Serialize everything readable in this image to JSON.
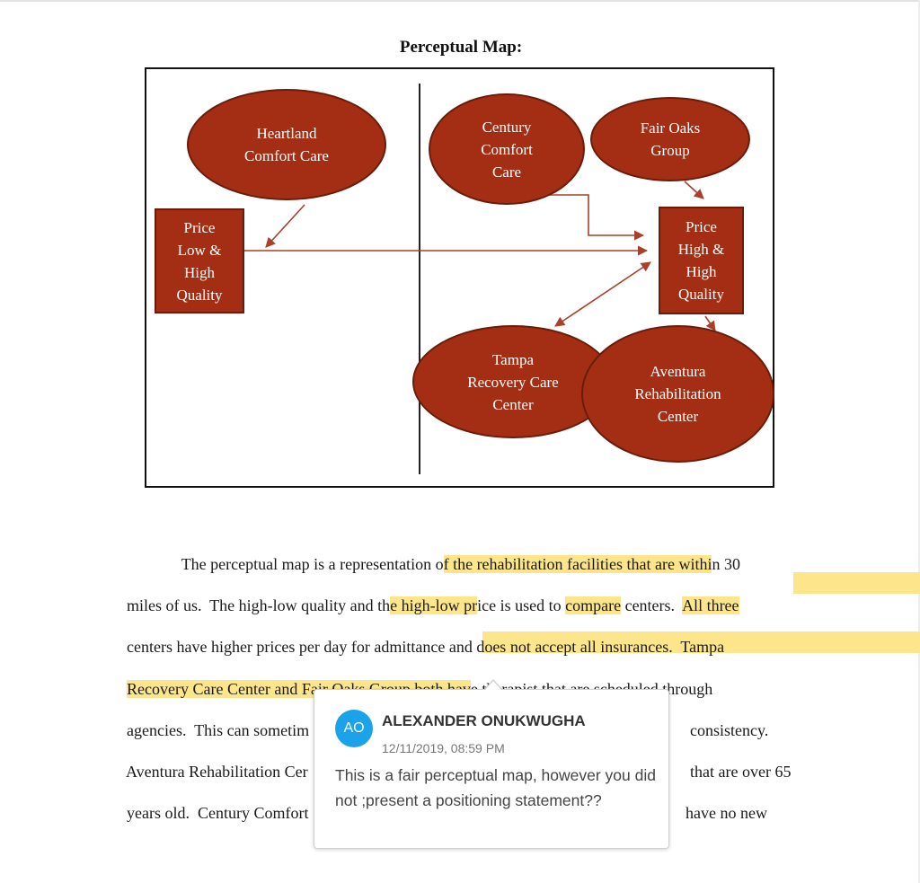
{
  "document": {
    "map_title": "Perceptual Map:",
    "map": {
      "bubbles": {
        "heartland": [
          "Heartland",
          "Comfort Care"
        ],
        "century": [
          "Century",
          "Comfort",
          "Care"
        ],
        "fair_oaks": [
          "Fair Oaks",
          "Group"
        ],
        "tampa": [
          "Tampa",
          "Recovery Care",
          "Center"
        ],
        "aventura": [
          "Aventura",
          "Rehabilitation",
          "Center"
        ]
      },
      "boxes": {
        "low": [
          "Price",
          "Low &",
          "High",
          "Quality"
        ],
        "high": [
          "Price",
          "High &",
          "High",
          "Quality"
        ]
      },
      "colors": {
        "fill": "#a32e13",
        "stroke": "#6a1c0a",
        "arrow": "#a8402a"
      }
    },
    "paragraph": {
      "l1": [
        "The perceptual map is a representation o",
        "f the rehabilitation facilities that are withi",
        "n 30"
      ],
      "l2": [
        "miles of us.  The high-low quality and th",
        "e high-low pr",
        "ice is used to ",
        "compare",
        " centers.  ",
        "All three"
      ],
      "l3": [
        "centers have higher prices per day for admittance and does not accept all insurances.  Tampa"
      ],
      "l4": [
        "Recovery Care Center and Fair Oaks Group both hav",
        "e therapist that are scheduled through"
      ],
      "l5": [
        "agencies.  This can sometim",
        "consistency."
      ],
      "l6": [
        "Aventura Rehabilitation Cer",
        "that are over 65"
      ],
      "l7": [
        "years old.  Century Comfort",
        "have no new"
      ]
    },
    "highlight_color": "#fde58c"
  },
  "comment": {
    "initials": "AO",
    "author": "ALEXANDER ONUKWUGHA",
    "timestamp": "12/11/2019, 08:59 PM",
    "text": "This is a fair perceptual map, however you did not ;present a positioning statement??",
    "avatar_color": "#1aa3e8"
  }
}
